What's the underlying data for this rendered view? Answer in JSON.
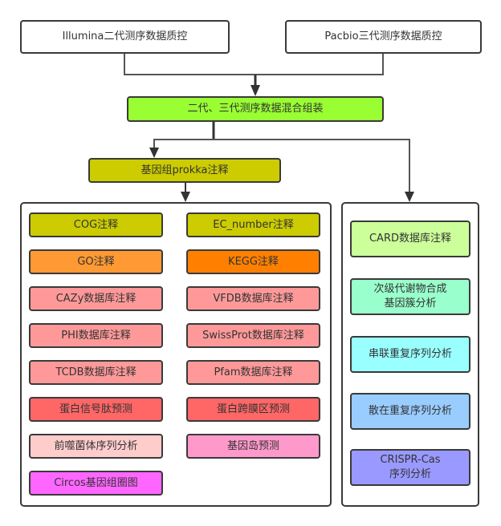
{
  "qc": {
    "illumina": "Illumina二代测序数据质控",
    "pacbio": "Pacbio三代测序数据质控"
  },
  "assembly": {
    "label": "二代、三代测序数据混合组装",
    "color": "#99ff33"
  },
  "prokka": {
    "label": "基因组prokka注释",
    "color": "#cccc00"
  },
  "left_panel": {
    "items": [
      {
        "label": "COG注释",
        "color": "#cccc00"
      },
      {
        "label": "EC_number注释",
        "color": "#cccc00"
      },
      {
        "label": "GO注释",
        "color": "#ff9933"
      },
      {
        "label": "KEGG注释",
        "color": "#ff8000"
      },
      {
        "label": "CAZy数据库注释",
        "color": "#ff9999"
      },
      {
        "label": "VFDB数据库注释",
        "color": "#ff9999"
      },
      {
        "label": "PHI数据库注释",
        "color": "#ff9999"
      },
      {
        "label": "SwissProt数据库注释",
        "color": "#ff9999"
      },
      {
        "label": "TCDB数据库注释",
        "color": "#ff9999"
      },
      {
        "label": "Pfam数据库注释",
        "color": "#ff9999"
      },
      {
        "label": "蛋白信号肽预测",
        "color": "#ff6666"
      },
      {
        "label": "蛋白跨膜区预测",
        "color": "#ff6666"
      },
      {
        "label": "前噬菌体序列分析",
        "color": "#ffcccc"
      },
      {
        "label": "基因岛预测",
        "color": "#ff99cc"
      },
      {
        "label": "Circos基因组圈图",
        "color": "#ff66ff"
      }
    ]
  },
  "right_panel": {
    "items": [
      {
        "label": "CARD数据库注释",
        "color": "#ccff99"
      },
      {
        "label": "次级代谢物合成\n基因簇分析",
        "color": "#99ffcc"
      },
      {
        "label": "串联重复序列分析",
        "color": "#99ffff"
      },
      {
        "label": "散在重复序列分析",
        "color": "#99ccff"
      },
      {
        "label": "CRISPR-Cas\n序列分析",
        "color": "#9999ff"
      }
    ]
  },
  "colors": {
    "line": "#3a3a3a",
    "qc_fill": "#ffffff"
  }
}
